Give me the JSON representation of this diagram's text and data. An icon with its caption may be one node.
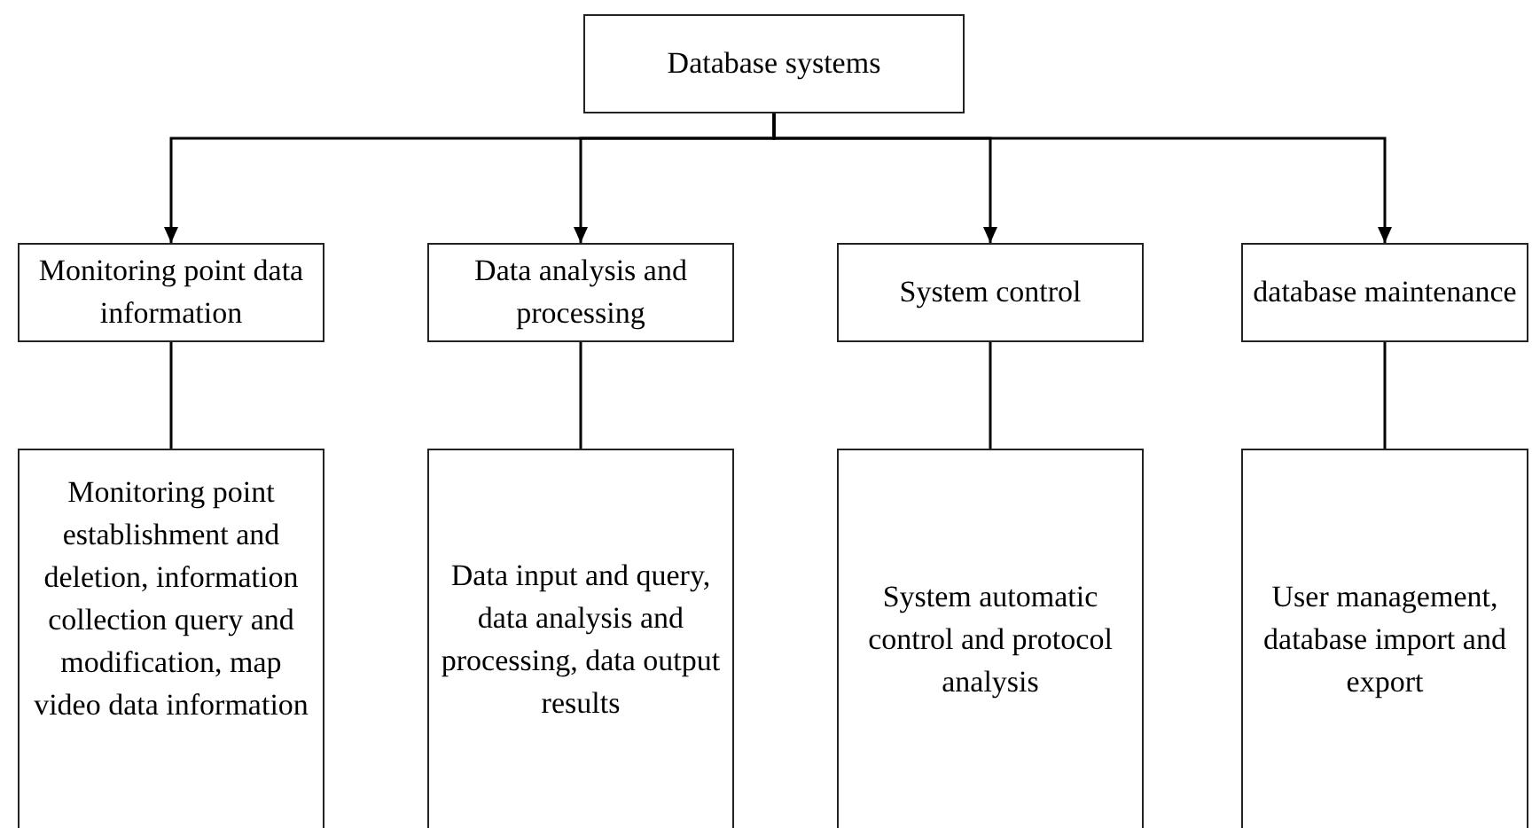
{
  "diagram": {
    "nodes": [
      {
        "text": [
          "Database systems"
        ]
      },
      {
        "text": [
          "Monitoring point data information"
        ]
      },
      {
        "text": [
          "Data analysis and processing"
        ]
      },
      {
        "text": [
          "System control"
        ]
      },
      {
        "text": [
          "database maintenance"
        ]
      },
      {
        "text": [
          "Monitoring point establishment and deletion, information collection query and modification, map video data information"
        ]
      },
      {
        "text": [
          "Data input and query, data analysis and processing, data output results"
        ]
      },
      {
        "text": [
          "System automatic control and protocol analysis"
        ]
      },
      {
        "text": [
          "User management, database import and export"
        ]
      }
    ],
    "edges": [
      {
        "from": 0,
        "to": 1,
        "arrow": "to"
      },
      {
        "from": 0,
        "to": 2,
        "arrow": "to"
      },
      {
        "from": 0,
        "to": 3,
        "arrow": "to"
      },
      {
        "from": 0,
        "to": 4,
        "arrow": "to"
      },
      {
        "from": 1,
        "to": 5,
        "arrow": "none"
      },
      {
        "from": 2,
        "to": 6,
        "arrow": "none"
      },
      {
        "from": 3,
        "to": 7,
        "arrow": "none"
      },
      {
        "from": 4,
        "to": 8,
        "arrow": "none"
      }
    ]
  }
}
